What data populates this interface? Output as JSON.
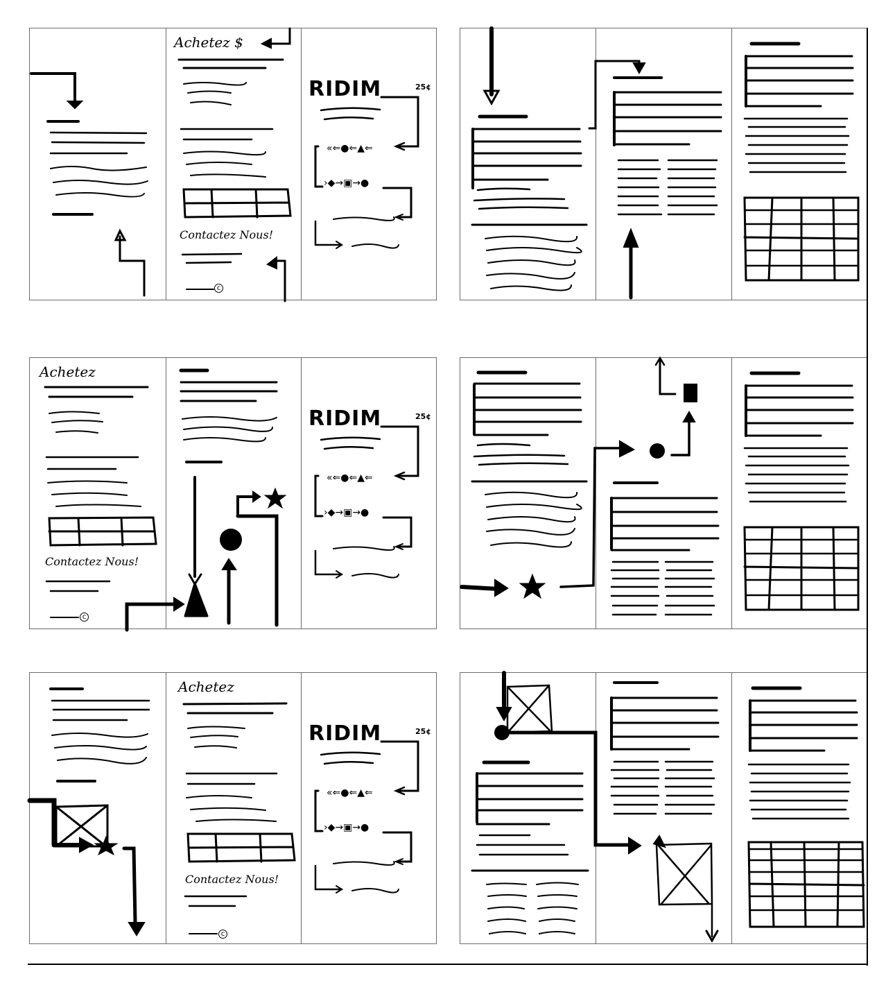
{
  "document": {
    "type": "hand-drawn brochure wireframe storyboard",
    "layout": "3 rows x 2 columns of tri-fold brochure sketches"
  },
  "labels": {
    "buy": "Achetez",
    "buy_with_symbol": "Achetez $",
    "contact": "Contactez Nous!",
    "brand": "RIDIM",
    "price": "25¢",
    "copyright_symbol": "c"
  },
  "sketches": [
    {
      "id": "row1-left",
      "title": "Achetez $",
      "brand": "RIDIM",
      "price": "25¢",
      "contact": "Contactez Nous!"
    },
    {
      "id": "row1-right",
      "content": "text blocks, lists and table"
    },
    {
      "id": "row2-left",
      "title": "Achetez",
      "brand": "RIDIM",
      "price": "25¢",
      "contact": "Contactez Nous!",
      "shapes": [
        "triangle",
        "circle",
        "star"
      ]
    },
    {
      "id": "row2-right",
      "content": "text blocks, lists and table",
      "shapes": [
        "star",
        "triangle",
        "circle",
        "square"
      ]
    },
    {
      "id": "row3-left",
      "title": "Achetez",
      "brand": "RIDIM",
      "price": "25¢",
      "contact": "Contactez Nous!",
      "shapes": [
        "image-placeholder",
        "star"
      ]
    },
    {
      "id": "row3-right",
      "content": "text blocks, lists and table",
      "shapes": [
        "image-placeholder",
        "circle",
        "triangle"
      ]
    }
  ],
  "colors": {
    "ink": "#000000",
    "frame": "#6a6a6a",
    "background": "#ffffff"
  }
}
